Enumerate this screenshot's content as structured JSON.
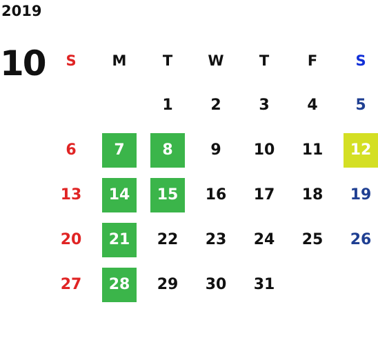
{
  "calendar": {
    "year": "2019",
    "month": "10",
    "weekdays": [
      "S",
      "M",
      "T",
      "W",
      "T",
      "F",
      "S"
    ],
    "weeks": [
      [
        "",
        "",
        "1",
        "2",
        "3",
        "4",
        "5"
      ],
      [
        "6",
        "7",
        "8",
        "9",
        "10",
        "11",
        "12"
      ],
      [
        "13",
        "14",
        "15",
        "16",
        "17",
        "18",
        "19"
      ],
      [
        "20",
        "21",
        "22",
        "23",
        "24",
        "25",
        "26"
      ],
      [
        "27",
        "28",
        "29",
        "30",
        "31",
        "",
        ""
      ]
    ]
  },
  "colors": {
    "sunday": "#e02424",
    "saturday_header": "#1230d8",
    "saturday": "#1f3f92",
    "highlight_green": "#3bb54a",
    "highlight_yellow": "#d4df24"
  }
}
